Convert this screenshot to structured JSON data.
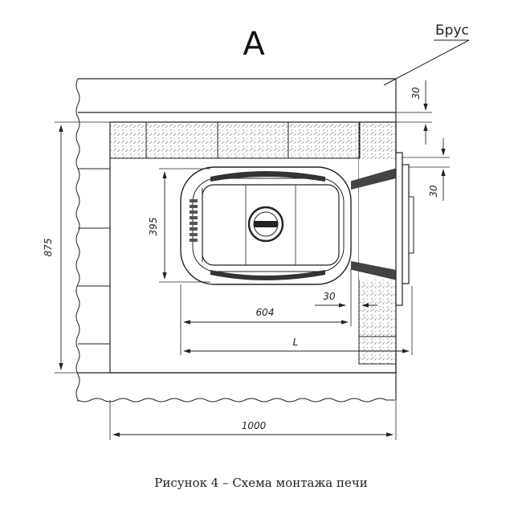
{
  "view_label": "А",
  "beam_label": "Брус",
  "dimensions": {
    "top_gap": "30",
    "side_gap": "30",
    "stove_depth": "395",
    "stove_width": "604",
    "door_gap": "30",
    "stove_L": "L",
    "room_height": "875",
    "room_width": "1000"
  },
  "caption": "Рисунок 4 – Схема монтажа печи",
  "colors": {
    "line": "#222222",
    "hatch": "#777777",
    "background": "#ffffff"
  }
}
